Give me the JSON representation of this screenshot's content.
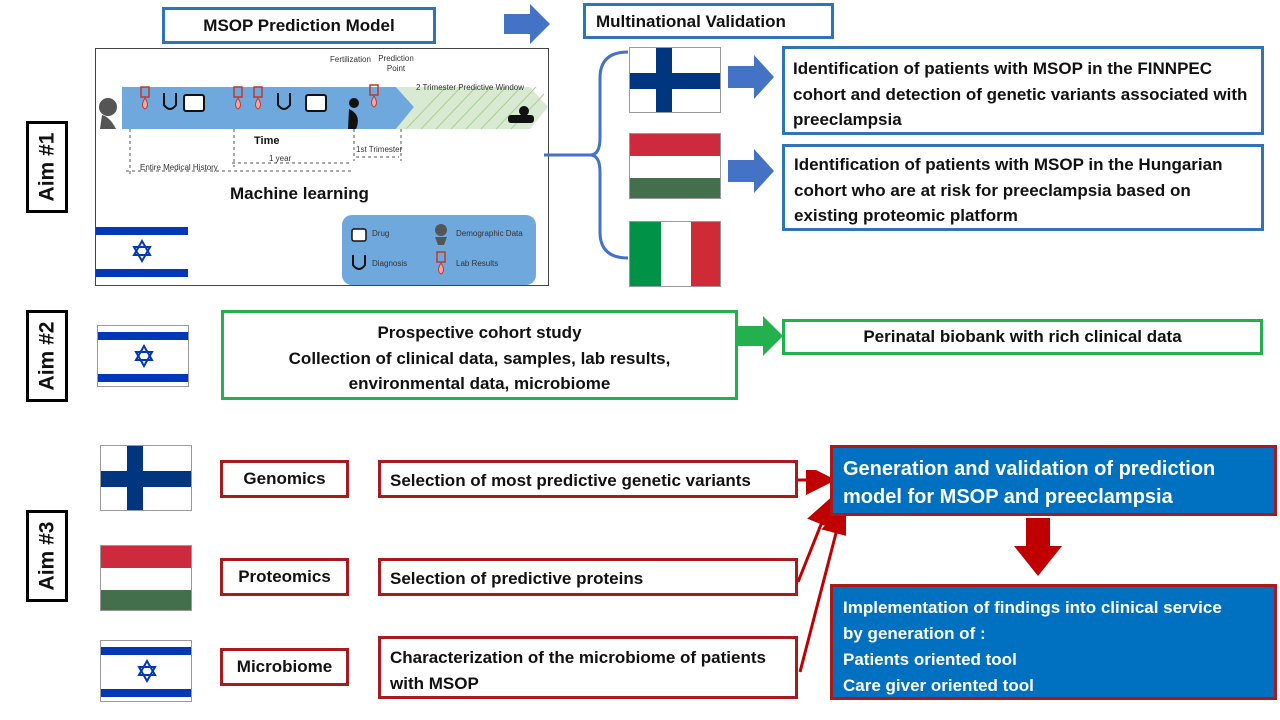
{
  "aims": {
    "aim1": "Aim #1",
    "aim2": "Aim #2",
    "aim3": "Aim #3"
  },
  "aim1": {
    "model_title": "MSOP Prediction Model",
    "validation_title": "Multinational  Validation",
    "finland_text": "Identification of patients with MSOP in the FINNPEC cohort and detection of genetic variants associated with preeclampsia",
    "hungary_text": "Identification of patients with MSOP in the Hungarian cohort  who are at risk for preeclampsia based on existing proteomic platform",
    "figure": {
      "fertilization": "Fertilization",
      "prediction_point": "Prediction Point",
      "window": "2 Trimester Predictive Window",
      "time": "Time",
      "one_year": "1 year",
      "first_trimester": "1st Trimester",
      "entire_history": "Entire Medical History",
      "machine_learning": "Machine learning",
      "legend_drug": "Drug",
      "legend_demographic": "Demographic Data",
      "legend_diagnosis": "Diagnosis",
      "legend_lab": "Lab Results"
    }
  },
  "aim2": {
    "study_line1": "Prospective cohort study",
    "study_line2": "Collection of clinical data, samples, lab results,",
    "study_line3": "environmental data, microbiome",
    "biobank": "Perinatal biobank with rich clinical data"
  },
  "aim3": {
    "genomics": "Genomics",
    "proteomics": "Proteomics",
    "microbiome": "Microbiome",
    "genomics_desc": "Selection of most predictive  genetic variants",
    "proteomics_desc": "Selection of predictive proteins",
    "microbiome_desc": "Characterization  of the microbiome of patients with MSOP",
    "generation": "Generation and validation of prediction model for MSOP and preeclampsia",
    "impl_line1": "Implementation of findings into clinical service",
    "impl_line2": "by generation of :",
    "impl_line3": "Patients oriented tool",
    "impl_line4": "Care giver oriented tool"
  },
  "colors": {
    "blue_border": "#2e75b6",
    "green_border": "#22b14c",
    "red_border": "#a61c1c",
    "filled_blue": "#0070c0",
    "arrow_blue": "#4472c4",
    "arrow_red": "#c00000"
  }
}
